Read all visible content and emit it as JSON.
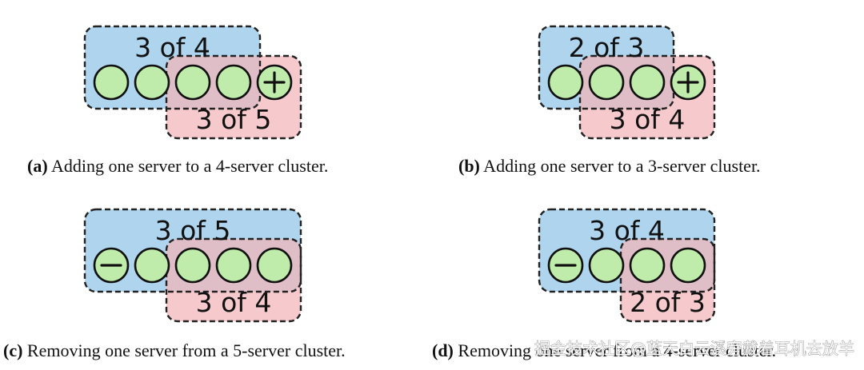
{
  "colors": {
    "old_group": "#aed4ee",
    "new_group": "#f2b5b8",
    "server": "#c0ecab",
    "outline": "#111111",
    "dash": "#222222"
  },
  "panels": [
    {
      "id": "a",
      "old_label": "3 of 4",
      "new_label": "3 of 5",
      "servers": [
        "normal",
        "normal",
        "normal",
        "normal",
        "added"
      ],
      "old_range": [
        0,
        3
      ],
      "new_range": [
        2,
        4
      ],
      "caption_tag": "(a)",
      "caption_text": " Adding one server to a 4-server cluster."
    },
    {
      "id": "b",
      "old_label": "2 of 3",
      "new_label": "3 of 4",
      "servers": [
        "normal",
        "normal",
        "normal",
        "added"
      ],
      "old_range": [
        0,
        2
      ],
      "new_range": [
        1,
        3
      ],
      "caption_tag": "(b)",
      "caption_text": " Adding one server to a 3-server cluster."
    },
    {
      "id": "c",
      "old_label": "3 of 5",
      "new_label": "3 of 4",
      "servers": [
        "removed",
        "normal",
        "normal",
        "normal",
        "normal"
      ],
      "old_range": [
        0,
        4
      ],
      "new_range": [
        2,
        4
      ],
      "caption_tag": "(c)",
      "caption_text": " Removing one server from a 5-server cluster."
    },
    {
      "id": "d",
      "old_label": "3 of 4",
      "new_label": "2 of 3",
      "servers": [
        "removed",
        "normal",
        "normal",
        "normal"
      ],
      "old_range": [
        0,
        3
      ],
      "new_range": [
        2,
        3
      ],
      "caption_tag": "(d)",
      "caption_text": " Removing one server from a 4-server cluster."
    }
  ],
  "icons": {
    "added": "plus-icon",
    "removed": "minus-icon"
  },
  "watermark": "掘金技术社区@蓝天白云溪旁戴着耳机去放羊"
}
